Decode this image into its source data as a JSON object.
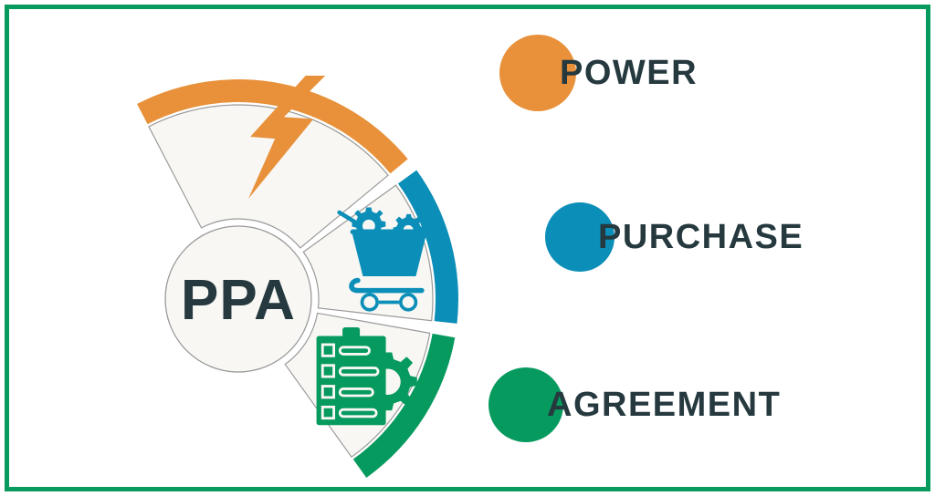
{
  "graphic": {
    "type": "acronym-infographic",
    "acronym": "PPA",
    "frame_color": "#069a5e",
    "background": "#ffffff",
    "segment_fill": "#f8f7f4",
    "segment_stroke": "#9a9a9a",
    "text_color": "#25393f"
  },
  "center": {
    "label": "PPA"
  },
  "segments": [
    {
      "letter": "P",
      "word": "POWER",
      "color": "#e8913a",
      "icon": "lightning-bolt-icon"
    },
    {
      "letter": "P",
      "word": "PURCHASE",
      "color": "#0b8eb8",
      "icon": "shopping-cart-gears-icon"
    },
    {
      "letter": "A",
      "word": "AGREEMENT",
      "color": "#069a5e",
      "icon": "clipboard-checklist-gear-icon"
    }
  ],
  "legend": [
    {
      "label": "POWER",
      "color": "#e8913a",
      "dot_size": 84
    },
    {
      "label": "PURCHASE",
      "color": "#0b8eb8",
      "dot_size": 76
    },
    {
      "label": "AGREEMENT",
      "color": "#069a5e",
      "dot_size": 82
    }
  ]
}
